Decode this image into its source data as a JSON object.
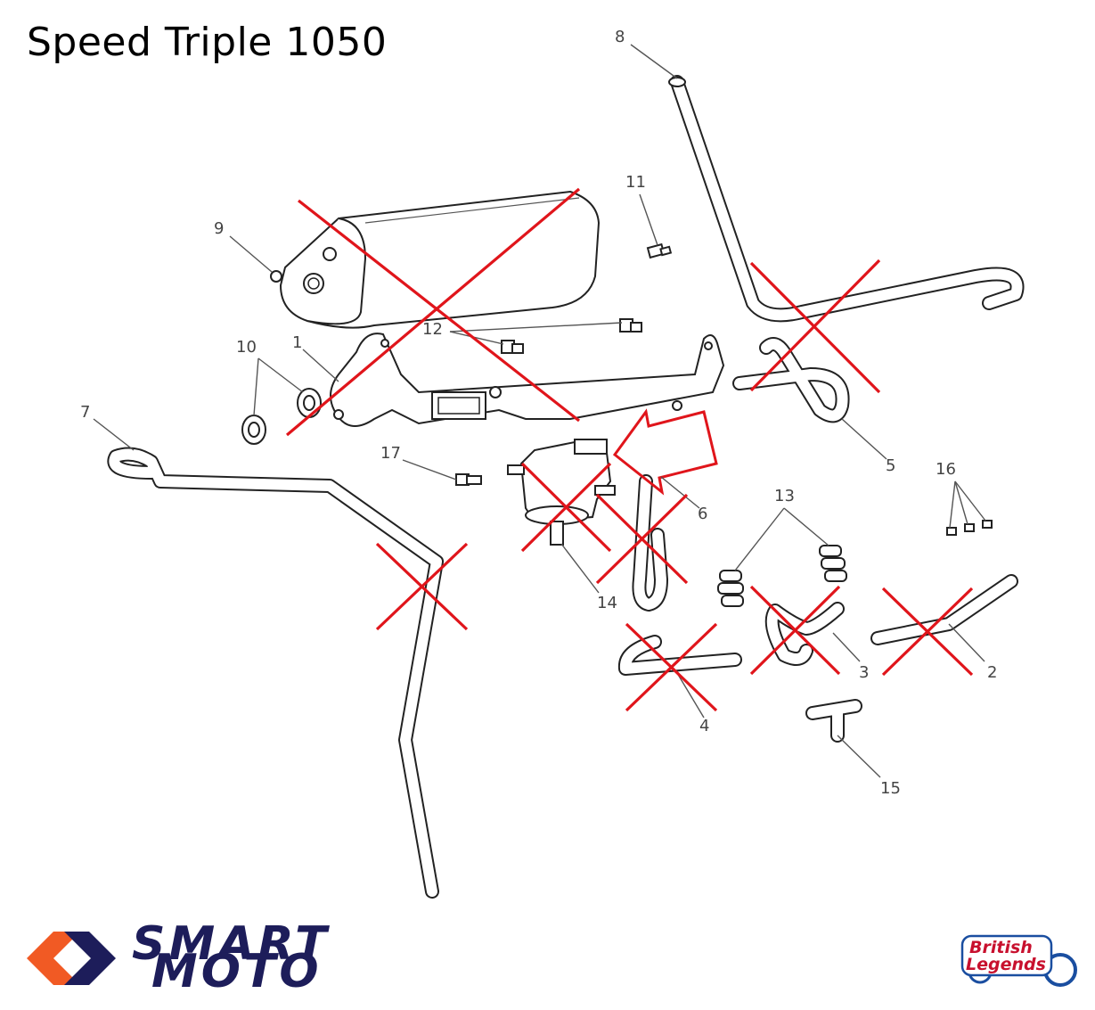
{
  "title": "Speed Triple 1050",
  "callouts": {
    "c1": "1",
    "c2": "2",
    "c3": "3",
    "c4": "4",
    "c5": "5",
    "c6": "6",
    "c7": "7",
    "c8": "8",
    "c9": "9",
    "c10": "10",
    "c11": "11",
    "c12": "12",
    "c13": "13",
    "c14": "14",
    "c15": "15",
    "c16": "16",
    "c17": "17"
  },
  "logos": {
    "smart_line1": "SMART",
    "smart_line2": "MOTO",
    "british_line1": "British",
    "british_line2": "Legends"
  },
  "colors": {
    "cross_marks": "#e0151b",
    "smart_moto_navy": "#1d1d5a",
    "smart_moto_orange": "#f15a24",
    "british_legends_red": "#c8102e",
    "british_legends_blue": "#1a4ea0"
  }
}
